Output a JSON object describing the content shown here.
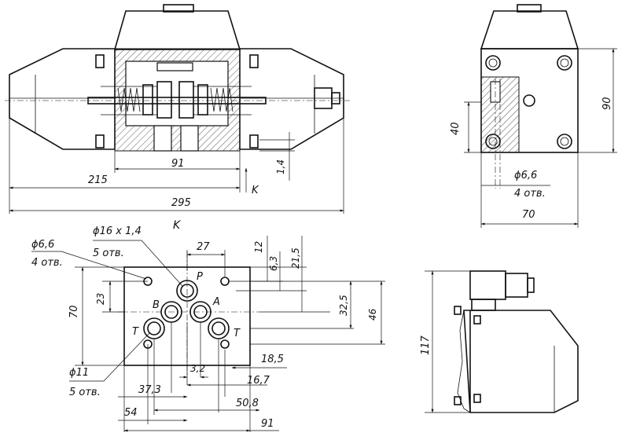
{
  "drawing": {
    "view_marker": "K",
    "arrow_label": "K"
  },
  "front_view": {
    "dims": {
      "d215": "215",
      "d91": "91",
      "d295": "295",
      "d14": "1,4"
    }
  },
  "side_view": {
    "dims": {
      "d40": "40",
      "d90": "90",
      "hole": "ϕ6,6",
      "holes_count": "4 отв.",
      "d70": "70"
    }
  },
  "view_k": {
    "ports": {
      "p": "P",
      "a": "A",
      "b": "B",
      "t1": "T",
      "t2": "T"
    },
    "callouts": {
      "hole_mount": "ϕ6,6",
      "hole_mount_count": "4 отв.",
      "port_hole": "ϕ16 x 1,4",
      "port_hole_count": "5 отв.",
      "small_hole": "ϕ11",
      "small_hole_count": "5 отв."
    },
    "dims": {
      "d27": "27",
      "d12": "12",
      "d63": "6,3",
      "d215": "21,5",
      "d23": "23",
      "d70": "70",
      "d325": "32,5",
      "d46": "46",
      "d185": "18,5",
      "d32": "3,2",
      "d167": "16,7",
      "d373": "37,3",
      "d508": "50,8",
      "d54": "54",
      "d91": "91"
    }
  },
  "connector_view": {
    "dims": {
      "d117": "117"
    }
  }
}
